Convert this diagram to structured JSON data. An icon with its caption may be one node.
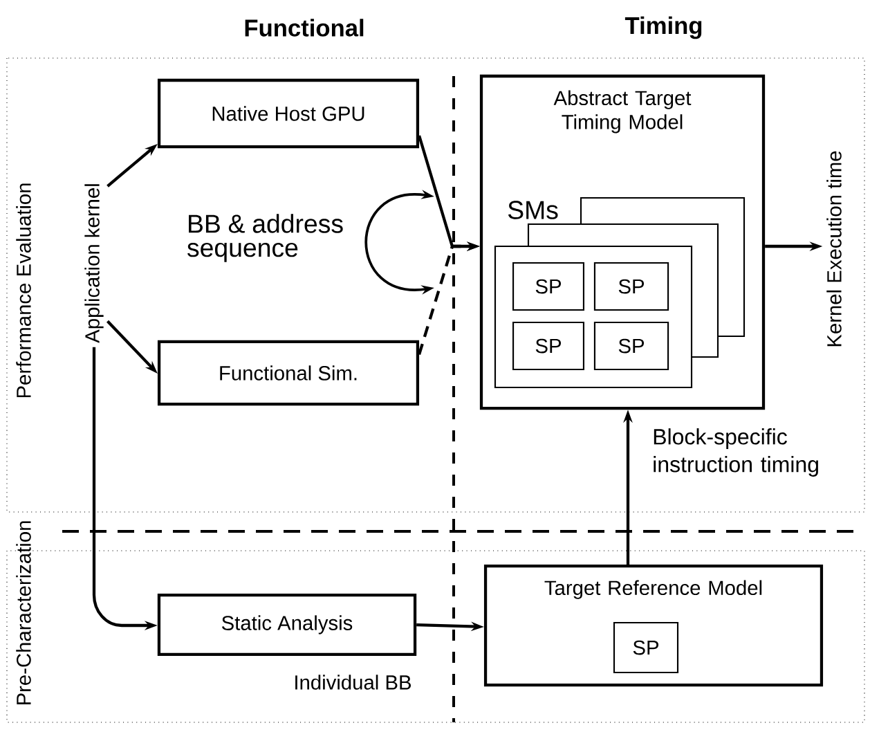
{
  "diagram": {
    "nodes": [
      {
        "text": [
          "Application kernel"
        ]
      },
      {
        "text": [
          "Native Host GPU"
        ]
      },
      {
        "text": [
          "Functional Sim."
        ]
      },
      {
        "text": [
          "Abstract Target Timing Model"
        ]
      },
      {
        "text": [
          "SMs"
        ],
        "in": 3
      },
      {
        "text": [
          "SP"
        ],
        "in": 4
      },
      {
        "text": [
          "SP"
        ],
        "in": 4
      },
      {
        "text": [
          "SP"
        ],
        "in": 4
      },
      {
        "text": [
          "SP"
        ],
        "in": 4
      },
      {
        "text": [
          "Kernel Execution time"
        ]
      },
      {
        "text": [
          "Static Analysis"
        ]
      },
      {
        "text": [
          "Target Reference Model"
        ]
      },
      {
        "text": [
          "SP"
        ],
        "in": 11
      }
    ],
    "edges": [
      {
        "from": 0,
        "to": 1,
        "arrow": "to"
      },
      {
        "from": 0,
        "to": 2,
        "arrow": "to"
      },
      {
        "from": 1,
        "to": 3,
        "arrow": "to"
      },
      {
        "from": 2,
        "to": 3,
        "arrow": "to",
        "style": "dashed"
      },
      {
        "from": 3,
        "to": 9,
        "arrow": "to"
      },
      {
        "from": 0,
        "to": 10,
        "arrow": "to"
      },
      {
        "from": 10,
        "to": 11,
        "arrow": "to"
      },
      {
        "from": 11,
        "to": 3,
        "arrow": "to",
        "label": "Block-specific instruction timing"
      }
    ],
    "labels": [
      "Functional",
      "Timing",
      "Performance Evaluation",
      "BB & address sequence",
      "Pre-Characterization",
      "Individual BB"
    ]
  }
}
